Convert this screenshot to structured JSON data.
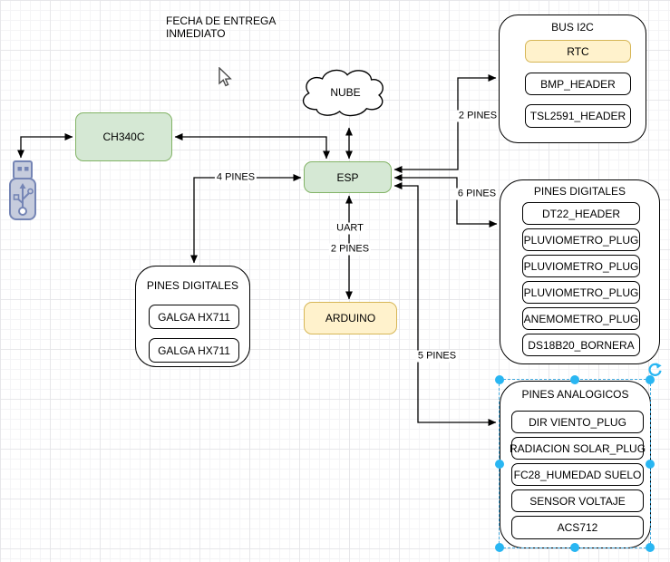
{
  "annotation": {
    "line1": "FECHA DE ENTREGA",
    "line2": "INMEDIATO"
  },
  "nodes": {
    "ch340c": "CH340C",
    "nube": "NUBE",
    "esp": "ESP",
    "arduino": "ARDUINO"
  },
  "containers": {
    "bus_i2c": {
      "title": "BUS I2C",
      "items": [
        "RTC",
        "BMP_HEADER",
        "TSL2591_HEADER"
      ]
    },
    "pines_digitales_right": {
      "title": "PINES DIGITALES",
      "items": [
        "DT22_HEADER",
        "PLUVIOMETRO_PLUG",
        "PLUVIOMETRO_PLUG",
        "PLUVIOMETRO_PLUG",
        "ANEMOMETRO_PLUG",
        "DS18B20_BORNERA"
      ]
    },
    "pines_digitales_left": {
      "title": "PINES DIGITALES",
      "items": [
        "GALGA HX711",
        "GALGA HX711"
      ]
    },
    "pines_analogicos": {
      "title": "PINES ANALOGICOS",
      "items": [
        "DIR VIENTO_PLUG",
        "RADIACION SOLAR_PLUG",
        "FC28_HUMEDAD SUELO",
        "SENSOR VOLTAJE",
        "ACS712"
      ]
    }
  },
  "edge_labels": {
    "i2c": "2 PINES",
    "digital": "6 PINES",
    "analog": "5 PINES",
    "galga": "4 PINES",
    "uart_label": "UART",
    "uart_pins": "2 PINES"
  },
  "icons": {
    "usb": "usb-drive-icon",
    "cursor": "mouse-cursor-icon",
    "rotate": "rotate-handle-icon"
  },
  "colors": {
    "node_green_fill": "#d5e8d4",
    "node_green_stroke": "#82b366",
    "node_yellow_fill": "#fff2cc",
    "node_yellow_stroke": "#d6b656",
    "selection_handle": "#29b6f2",
    "edge": "#000000"
  }
}
